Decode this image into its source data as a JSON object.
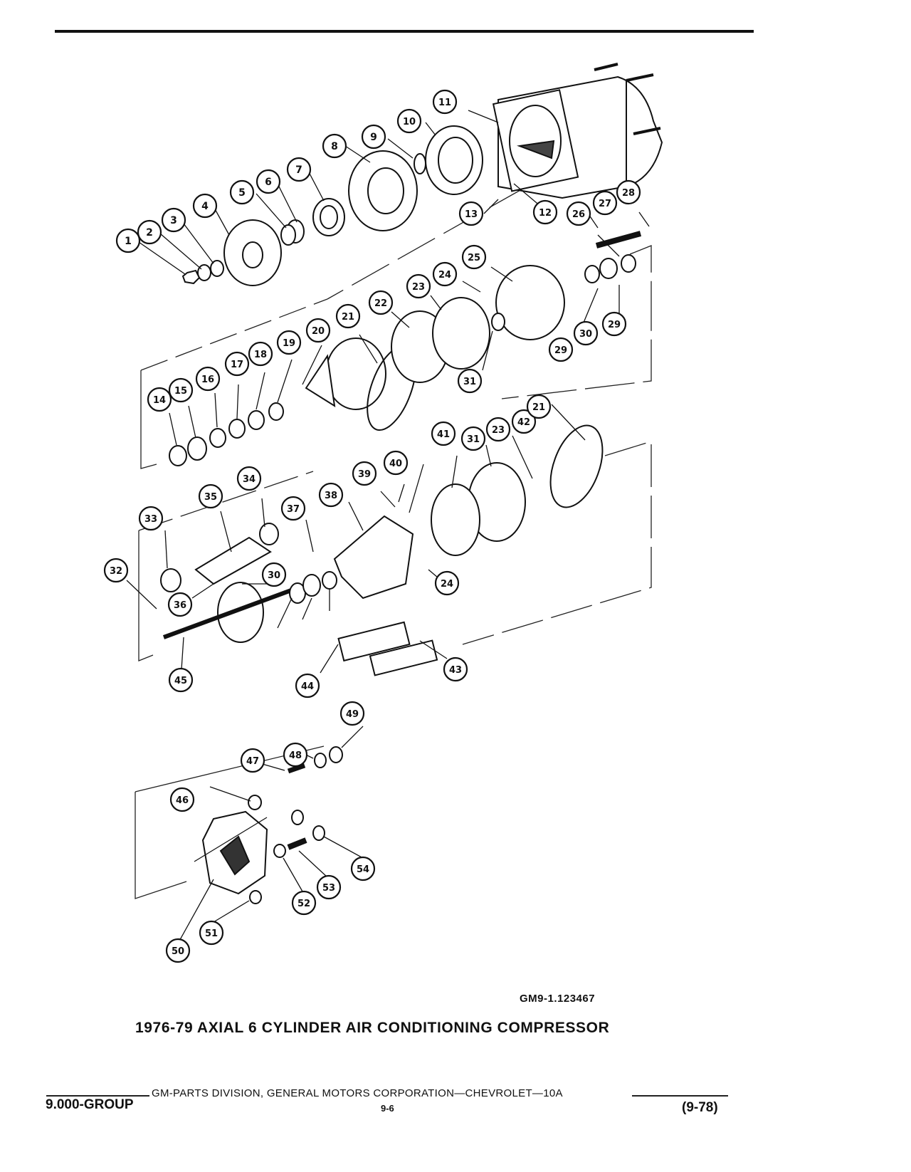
{
  "figure": {
    "part_number": "GM9-1.123467",
    "title": "1976-79 AXIAL 6 CYLINDER AIR CONDITIONING COMPRESSOR"
  },
  "footer": {
    "division_line": "GM-PARTS DIVISION, GENERAL MOTORS CORPORATION—CHEVROLET—10A",
    "group": "9.000-GROUP",
    "page": "9-6",
    "date": "(9-78)"
  },
  "callouts": [
    "1",
    "2",
    "3",
    "4",
    "5",
    "6",
    "7",
    "8",
    "9",
    "10",
    "11",
    "12",
    "13",
    "14",
    "15",
    "16",
    "17",
    "18",
    "19",
    "20",
    "21",
    "22",
    "23",
    "24",
    "25",
    "26",
    "27",
    "28",
    "29",
    "30",
    "31",
    "32",
    "33",
    "34",
    "35",
    "36",
    "37",
    "38",
    "39",
    "40",
    "41",
    "42",
    "43",
    "44",
    "45",
    "46",
    "47",
    "48",
    "49",
    "50",
    "51",
    "52",
    "53",
    "54"
  ]
}
